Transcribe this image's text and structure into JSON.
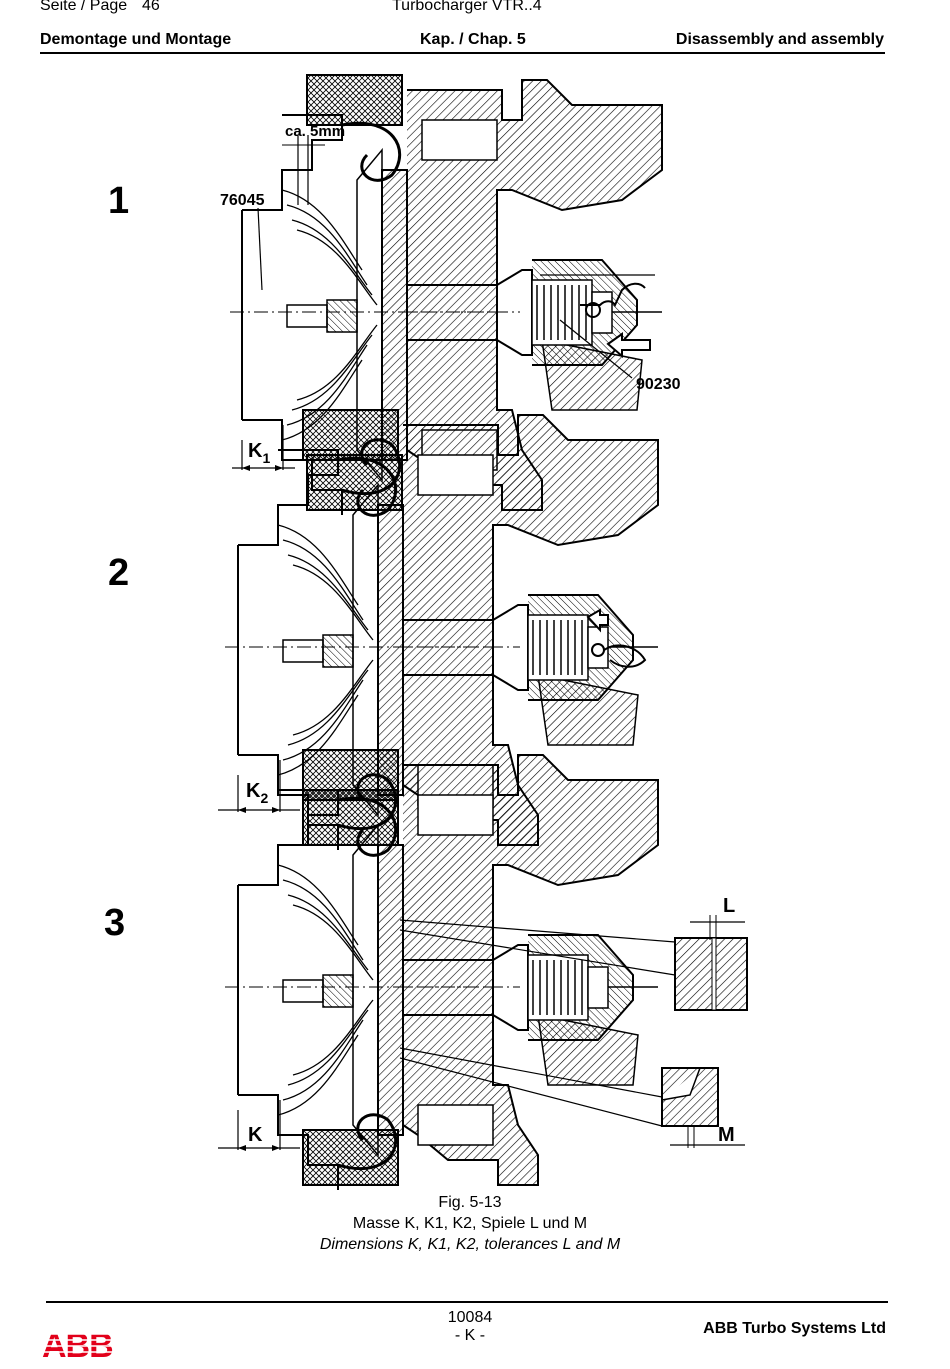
{
  "header": {
    "page_label": "Seite / Page",
    "page_number": "46",
    "doc_title": "Turbocharger VTR..4",
    "section_de": "Demontage und Montage",
    "chapter": "Kap. / Chap. 5",
    "section_en": "Disassembly and assembly"
  },
  "figures": [
    {
      "number": "1",
      "labels": {
        "gap": "ca. 5mm",
        "part_a": "76045",
        "part_b": "90230",
        "dim": "K",
        "dim_sub": "1"
      }
    },
    {
      "number": "2",
      "labels": {
        "dim": "K",
        "dim_sub": "2"
      }
    },
    {
      "number": "3",
      "labels": {
        "dim": "K",
        "tol_l": "L",
        "tol_m": "M"
      }
    }
  ],
  "caption": {
    "fig": "Fig. 5-13",
    "line_de": "Masse K, K1, K2, Spiele L und M",
    "line_en": "Dimensions K, K1, K2, tolerances L and M"
  },
  "footer": {
    "doc_number": "10084",
    "revision": "- K -",
    "company": "ABB Turbo Systems Ltd",
    "logo_text": "ABB"
  },
  "colors": {
    "ink": "#000000",
    "logo": "#e2001a"
  }
}
